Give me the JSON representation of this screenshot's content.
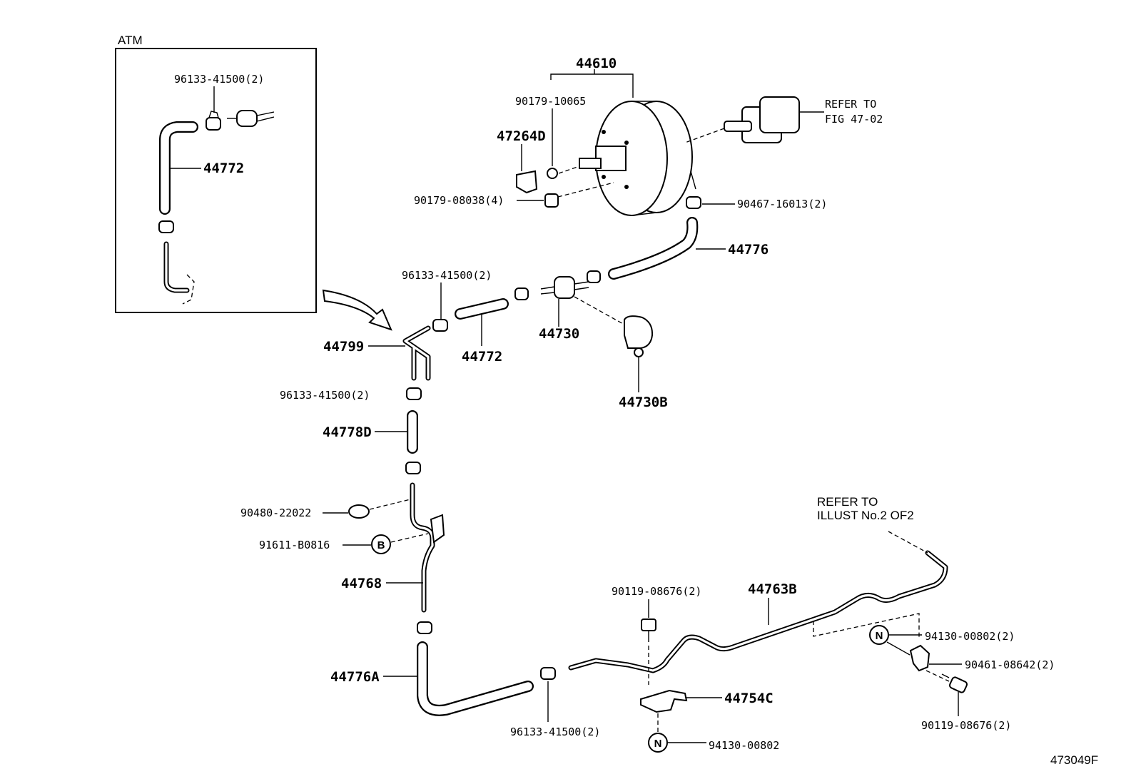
{
  "inset": {
    "title": "ATM",
    "clip_label": "96133-41500(2)",
    "hose_label": "44772"
  },
  "labels": {
    "booster": "44610",
    "pin": "90179-10065",
    "clevis": "47264D",
    "nut": "90179-08038(4)",
    "refer_fig_line1": "REFER TO",
    "refer_fig_line2": "FIG 47-02",
    "clip_top": "90467-16013(2)",
    "hose_44776": "44776",
    "clip_upper": "96133-41500(2)",
    "check_valve": "44730",
    "valve_clamp": "44730B",
    "hose_44772": "44772",
    "union_44799": "44799",
    "clip_middle": "96133-41500(2)",
    "hose_44778D": "44778D",
    "grommet": "90480-22022",
    "bolt_b": "91611-B0816",
    "pipe_44768": "44768",
    "hose_44776A": "44776A",
    "clip_bottom": "96133-41500(2)",
    "bolt_a": "90119-08676(2)",
    "pipe_44763B": "44763B",
    "bracket_44754C": "44754C",
    "nut_bottom": "94130-00802",
    "nut_right": "94130-00802(2)",
    "clamp_right": "90461-08642(2)",
    "bolt_right": "90119-08676(2)",
    "refer_illust_line1": "REFER TO",
    "refer_illust_line2": "ILLUST No.2 OF2",
    "code": "473049F"
  },
  "markers": {
    "b": "B",
    "n_right": "N",
    "n_bottom": "N"
  }
}
